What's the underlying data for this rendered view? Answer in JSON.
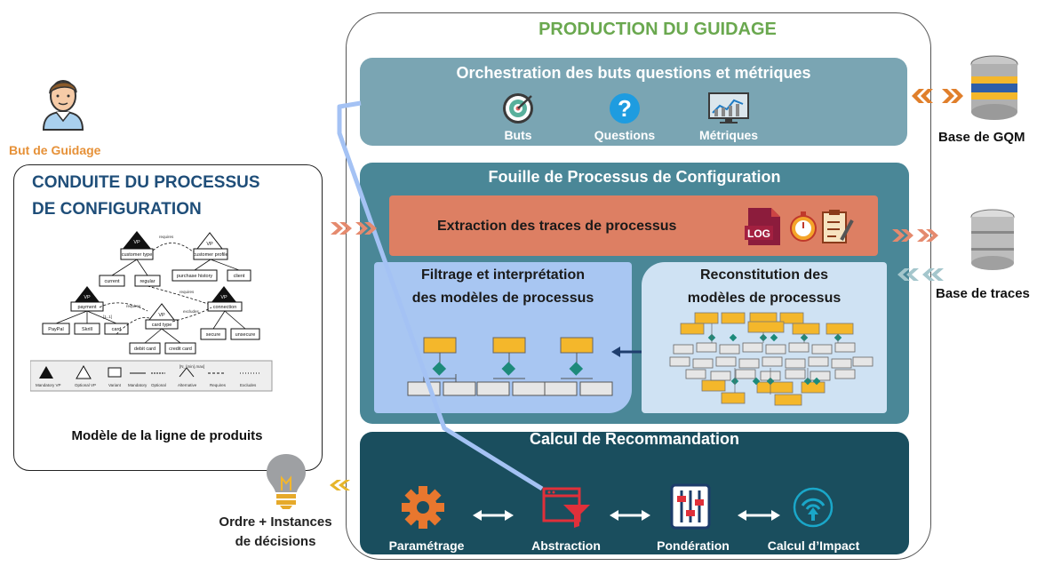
{
  "production": {
    "title": "PRODUCTION DU GUIDAGE"
  },
  "orchestration": {
    "title": "Orchestration des buts questions et métriques",
    "items": [
      "Buts",
      "Questions",
      "Métriques"
    ]
  },
  "fouille": {
    "title": "Fouille de Processus de Configuration",
    "extraction": "Extraction des traces de processus",
    "log_label": "LOG",
    "filtrage": [
      "Filtrage et interprétation",
      "des modèles de processus"
    ],
    "reconstitution": [
      "Reconstitution des",
      "modèles de processus"
    ]
  },
  "recommandation": {
    "title": "Calcul de Recommandation",
    "steps": [
      "Paramétrage",
      "Abstraction",
      "Pondération",
      "Calcul d’Impact"
    ]
  },
  "left": {
    "but": "But de Guidage",
    "conduite": [
      "CONDUITE DU PROCESSUS",
      "DE CONFIGURATION"
    ],
    "modele": "Modèle de la ligne de produits",
    "ordre": [
      "Ordre + Instances",
      "de décisions"
    ]
  },
  "right": {
    "gqm": "Base de GQM",
    "traces": "Base de traces"
  },
  "feature_model": {
    "nodes": [
      "VP",
      "customer type",
      "current",
      "regular",
      "VP",
      "customer profile",
      "purchase history",
      "client",
      "VP",
      "payment",
      "PayPal",
      "Skrill",
      "card",
      "VP",
      "card type",
      "debit card",
      "credit card",
      "VP",
      "connection",
      "secure",
      "unsecure"
    ],
    "edges": [
      "requires",
      "requires",
      "requires",
      "[1..1]",
      "excludes"
    ],
    "legend": [
      "Mandatory VP",
      "Optional VP",
      "Variant",
      "Mandatory",
      "Optional",
      "Alternative",
      "Requires",
      "Excludes"
    ],
    "legend_extra": "[N_{min},max]"
  },
  "colors": {
    "green": "#6aa84f",
    "blue": "#1f4e79",
    "orange": "#e69138",
    "orch": "#7aa5b3",
    "fouille": "#4a8797",
    "extraction": "#dd7f63",
    "filtrage": "#a8c6f2",
    "recon": "#cfe2f3",
    "reco": "#1a4e5e",
    "yellow": "#f4b72b",
    "teal": "#1d8a7a"
  }
}
